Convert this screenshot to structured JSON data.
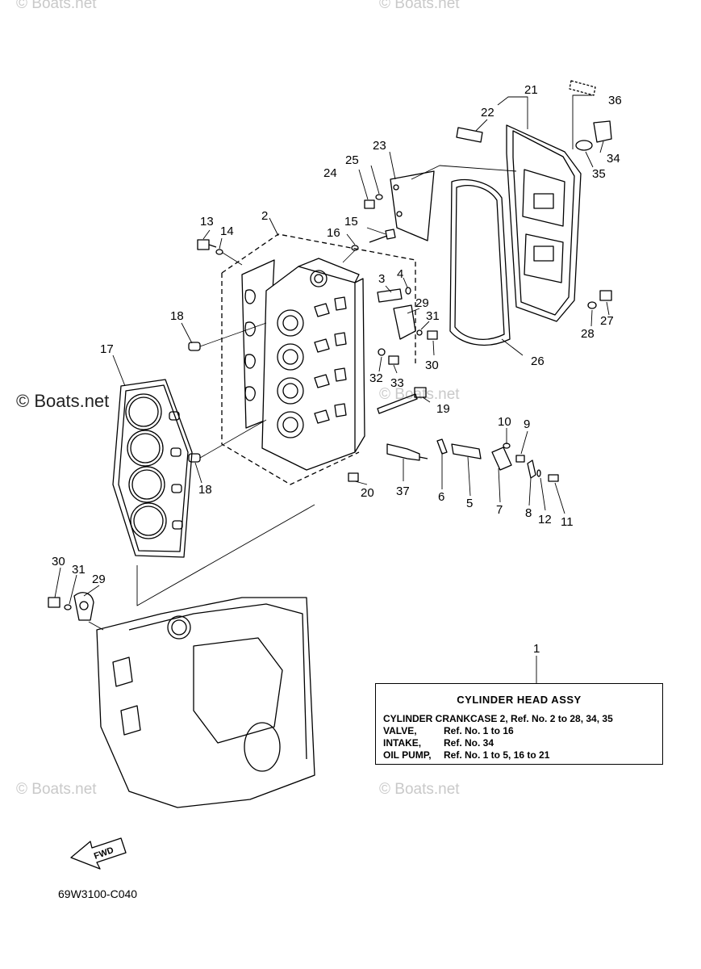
{
  "watermarks": {
    "light": "© Boats.net",
    "dark": "© Boats.net"
  },
  "legend": {
    "title": "CYLINDER  HEAD  ASSY",
    "rows": [
      {
        "key": "CYLINDER CRANKCASE 2,",
        "value": "Ref. No. 2 to 28, 34, 35"
      },
      {
        "key": "VALVE,",
        "value": "Ref. No. 1 to 16"
      },
      {
        "key": "INTAKE,",
        "value": "Ref. No. 34"
      },
      {
        "key": "OIL PUMP,",
        "value": "Ref. No. 1 to 5, 16 to 21"
      }
    ]
  },
  "part_code": "69W3100-C040",
  "fwd_label": "FWD",
  "callouts": {
    "n1": "1",
    "n2": "2",
    "n3": "3",
    "n4": "4",
    "n5": "5",
    "n6": "6",
    "n7": "7",
    "n8": "8",
    "n9": "9",
    "n10": "10",
    "n11": "11",
    "n12": "12",
    "n13": "13",
    "n14": "14",
    "n15": "15",
    "n16": "16",
    "n17": "17",
    "n18a": "18",
    "n18b": "18",
    "n19": "19",
    "n20": "20",
    "n21": "21",
    "n22": "22",
    "n23": "23",
    "n24": "24",
    "n25": "25",
    "n26": "26",
    "n27": "27",
    "n28": "28",
    "n29a": "29",
    "n29b": "29",
    "n30a": "30",
    "n30b": "30",
    "n31a": "31",
    "n31b": "31",
    "n32": "32",
    "n33": "33",
    "n34": "34",
    "n35": "35",
    "n36": "36",
    "n37": "37"
  }
}
